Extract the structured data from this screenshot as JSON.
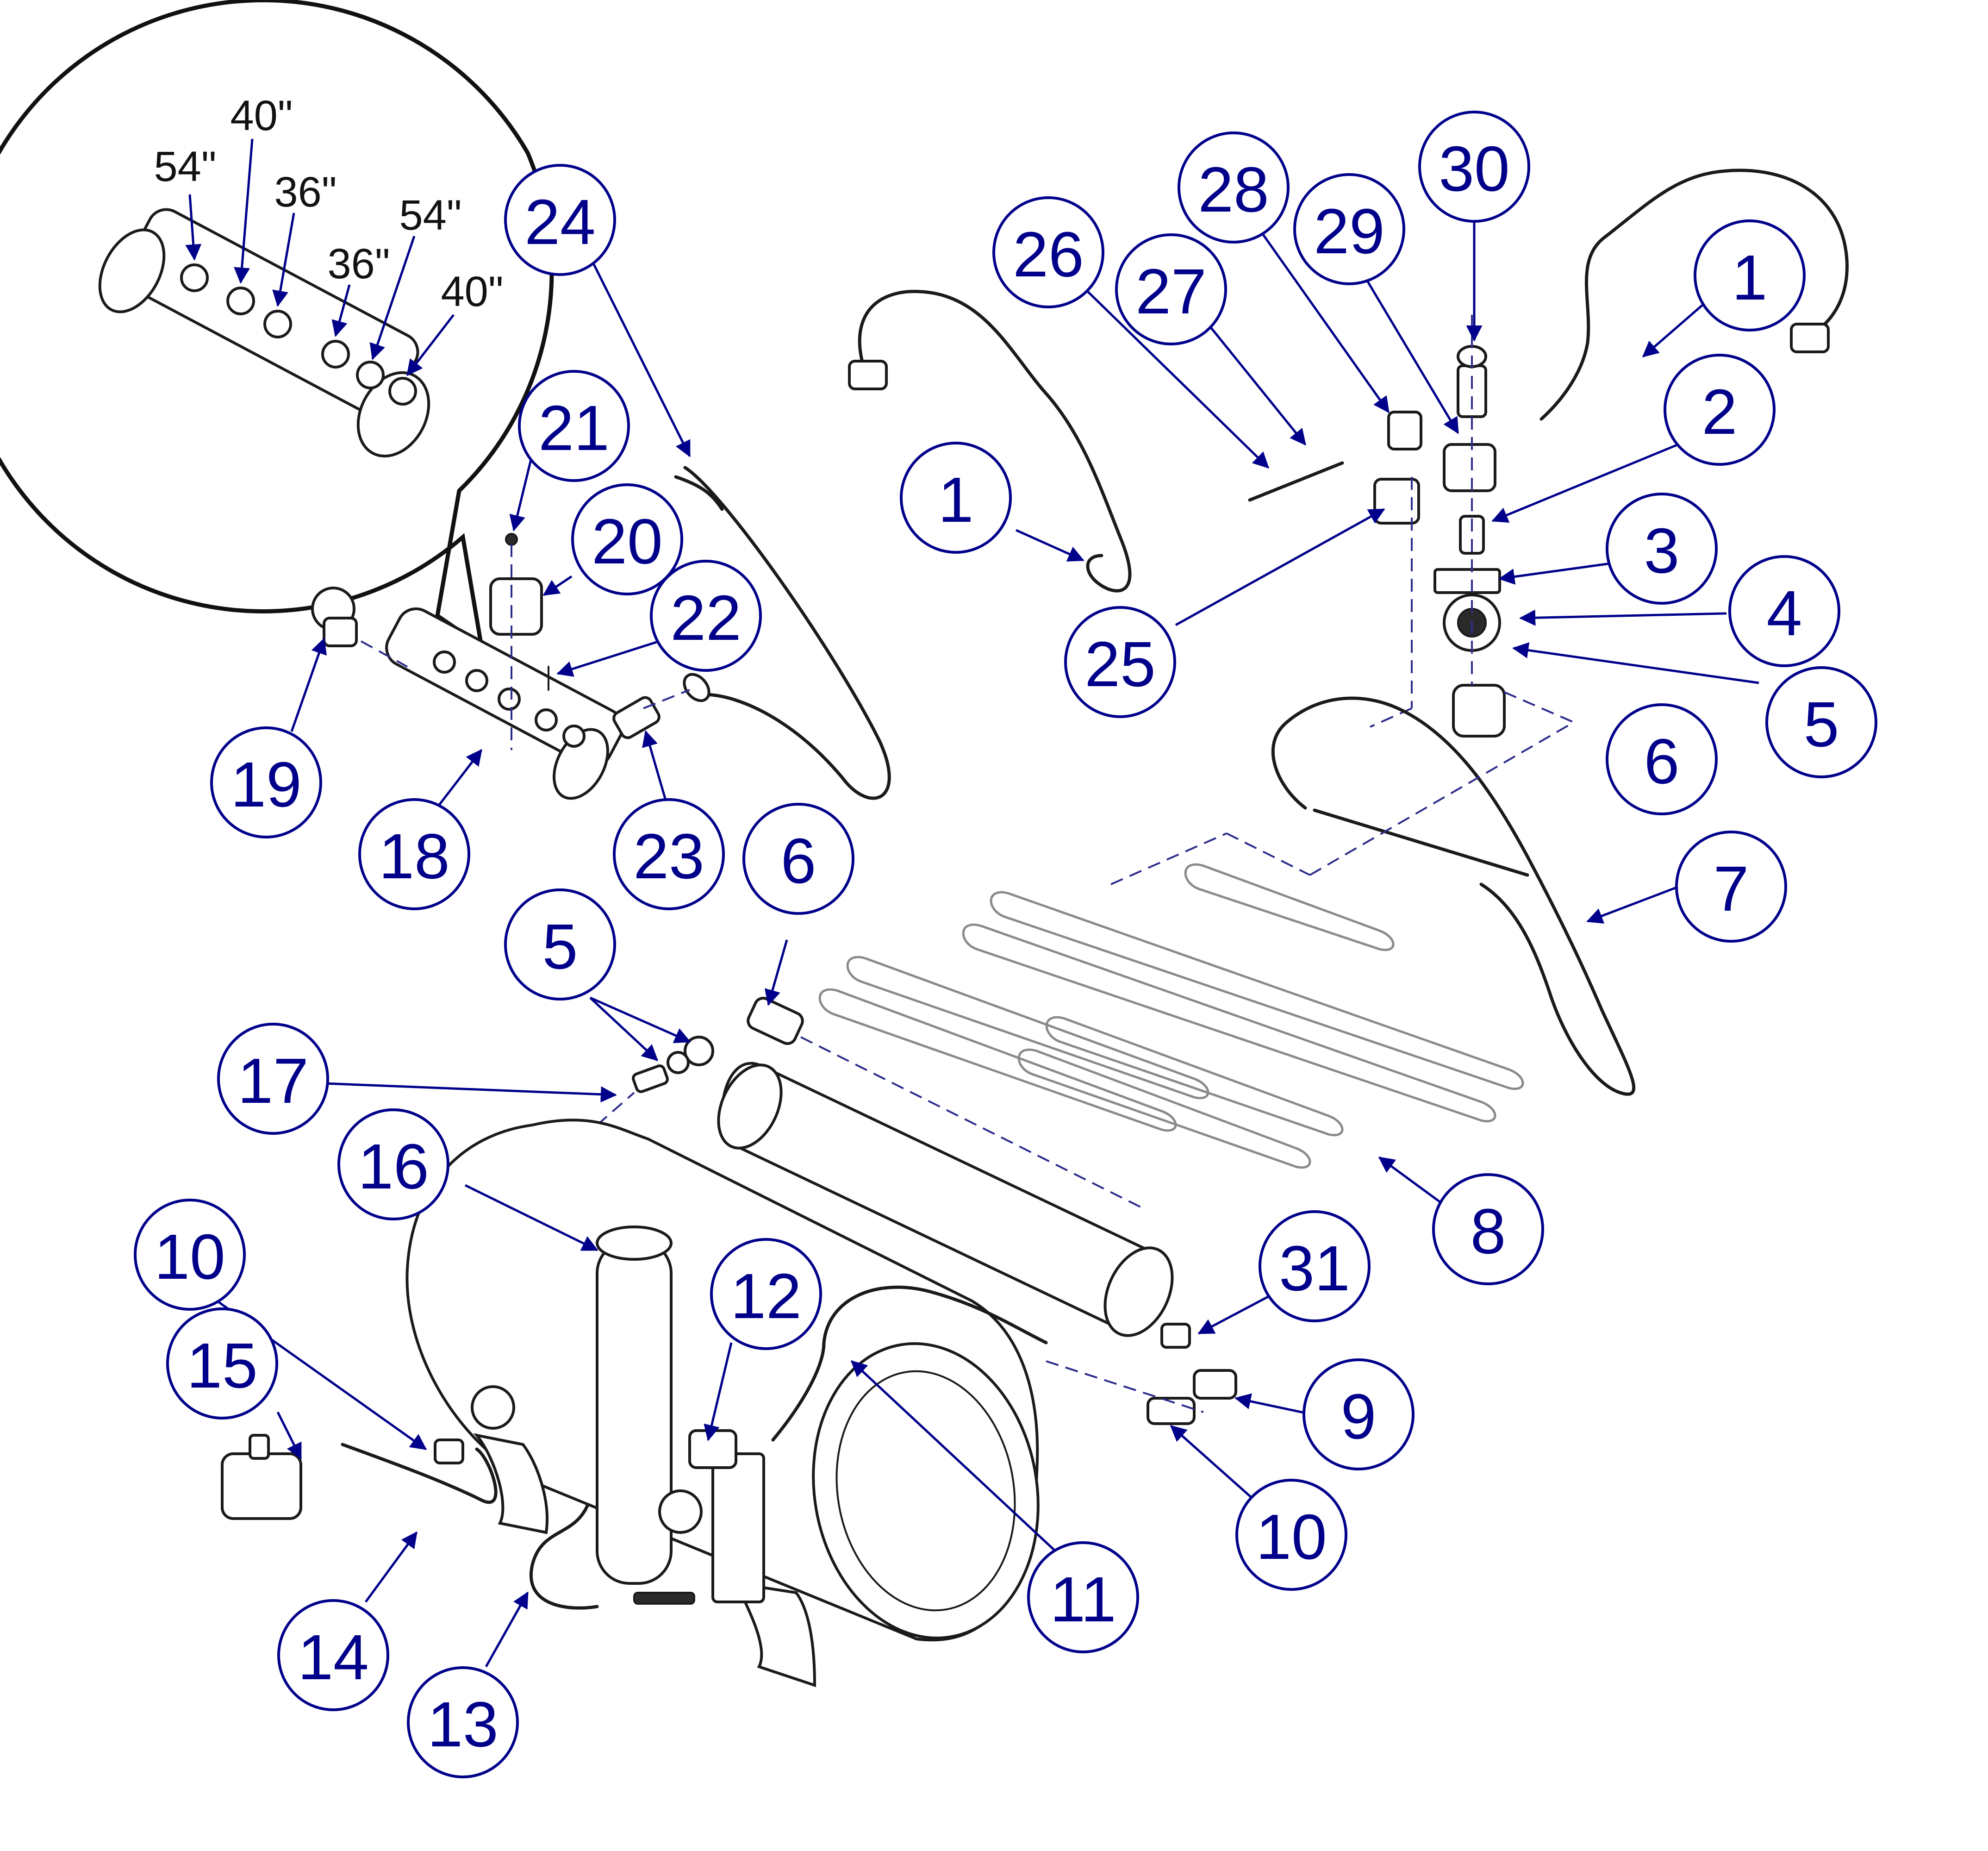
{
  "colors": {
    "balloon": "#00008b",
    "line": "#1a1a1a",
    "coil": "#8a8a8a",
    "dashed": "#2c2c8c"
  },
  "detail_view": {
    "hose_lengths": [
      {
        "label": "54\""
      },
      {
        "label": "40\""
      },
      {
        "label": "36\""
      },
      {
        "label": "36\""
      },
      {
        "label": "54\""
      },
      {
        "label": "40\""
      }
    ]
  },
  "callouts": [
    {
      "id": "c24",
      "label": "24"
    },
    {
      "id": "c21",
      "label": "21"
    },
    {
      "id": "c20",
      "label": "20"
    },
    {
      "id": "c22",
      "label": "22"
    },
    {
      "id": "c19",
      "label": "19"
    },
    {
      "id": "c18",
      "label": "18"
    },
    {
      "id": "c23",
      "label": "23"
    },
    {
      "id": "c26",
      "label": "26"
    },
    {
      "id": "c27",
      "label": "27"
    },
    {
      "id": "c28",
      "label": "28"
    },
    {
      "id": "c29",
      "label": "29"
    },
    {
      "id": "c30",
      "label": "30"
    },
    {
      "id": "c1a",
      "label": "1"
    },
    {
      "id": "c1b",
      "label": "1"
    },
    {
      "id": "c2",
      "label": "2"
    },
    {
      "id": "c3",
      "label": "3"
    },
    {
      "id": "c4",
      "label": "4"
    },
    {
      "id": "c5a",
      "label": "5"
    },
    {
      "id": "c6a",
      "label": "6"
    },
    {
      "id": "c25",
      "label": "25"
    },
    {
      "id": "c7",
      "label": "7"
    },
    {
      "id": "c6b",
      "label": "6"
    },
    {
      "id": "c5b",
      "label": "5"
    },
    {
      "id": "c17",
      "label": "17"
    },
    {
      "id": "c16",
      "label": "16"
    },
    {
      "id": "c10a",
      "label": "10"
    },
    {
      "id": "c15",
      "label": "15"
    },
    {
      "id": "c12",
      "label": "12"
    },
    {
      "id": "c8",
      "label": "8"
    },
    {
      "id": "c31",
      "label": "31"
    },
    {
      "id": "c9",
      "label": "9"
    },
    {
      "id": "c10b",
      "label": "10"
    },
    {
      "id": "c11",
      "label": "11"
    },
    {
      "id": "c14",
      "label": "14"
    },
    {
      "id": "c13",
      "label": "13"
    }
  ]
}
